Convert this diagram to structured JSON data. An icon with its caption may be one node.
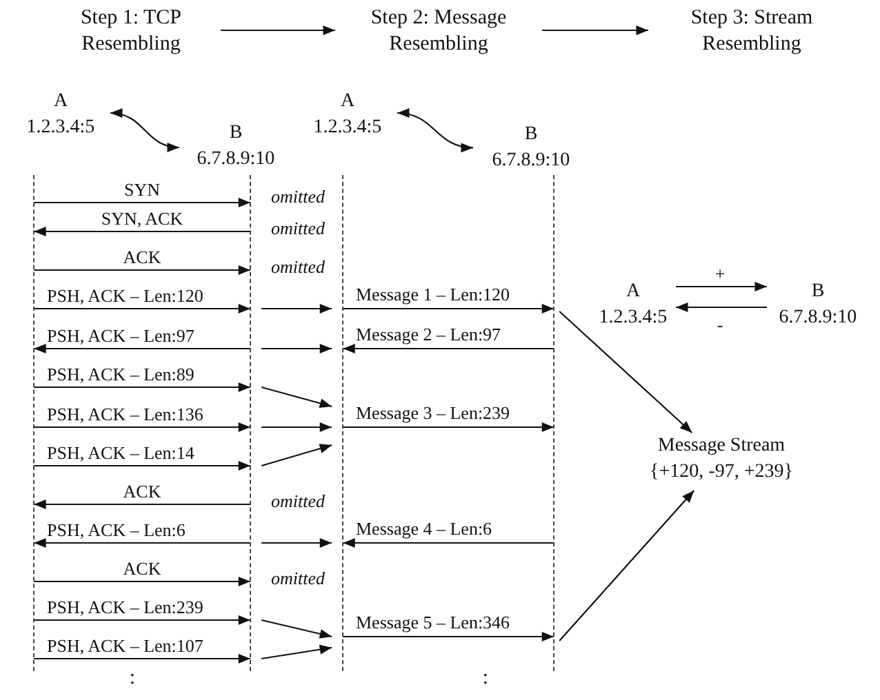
{
  "diagram": {
    "nodes": [
      {
        "text": [
          "Step 1: TCP Resembling"
        ]
      },
      {
        "text": [
          "Step 2: Message Resembling"
        ]
      },
      {
        "text": [
          "Step 3: Stream Resembling"
        ]
      },
      {
        "text": [
          "A",
          "1.2.3.4:5"
        ]
      },
      {
        "text": [
          "B",
          "6.7.8.9:10"
        ]
      },
      {
        "text": [
          "A",
          "1.2.3.4:5"
        ]
      },
      {
        "text": [
          "B",
          "6.7.8.9:10"
        ]
      },
      {
        "text": [],
        "shape": "line"
      },
      {
        "text": [],
        "shape": "line"
      },
      {
        "text": [],
        "shape": "line"
      },
      {
        "text": [],
        "shape": "line"
      },
      {
        "text": [
          "A",
          "1.2.3.4:5"
        ]
      },
      {
        "text": [
          "B",
          "6.7.8.9:10"
        ]
      },
      {
        "text": [
          "Message Stream",
          "{+120, -97, +239}"
        ]
      }
    ],
    "edges": [
      {
        "from": 0,
        "to": 1,
        "arrow": "to"
      },
      {
        "from": 1,
        "to": 2,
        "arrow": "to"
      },
      {
        "from": 3,
        "to": 4,
        "arrow": "both"
      },
      {
        "from": 5,
        "to": 6,
        "arrow": "both"
      },
      {
        "from": 7,
        "to": 8,
        "arrow": "to",
        "label": "SYN"
      },
      {
        "from": 8,
        "to": 7,
        "arrow": "to",
        "label": "SYN, ACK"
      },
      {
        "from": 7,
        "to": 8,
        "arrow": "to",
        "label": "ACK"
      },
      {
        "from": 7,
        "to": 8,
        "arrow": "to",
        "label": "PSH, ACK – Len:120"
      },
      {
        "from": 8,
        "to": 7,
        "arrow": "to",
        "label": "PSH, ACK – Len:97"
      },
      {
        "from": 7,
        "to": 8,
        "arrow": "to",
        "label": "PSH, ACK – Len:89"
      },
      {
        "from": 7,
        "to": 8,
        "arrow": "to",
        "label": "PSH, ACK – Len:136"
      },
      {
        "from": 7,
        "to": 8,
        "arrow": "to",
        "label": "PSH, ACK – Len:14"
      },
      {
        "from": 8,
        "to": 7,
        "arrow": "to",
        "label": "ACK"
      },
      {
        "from": 8,
        "to": 7,
        "arrow": "to",
        "label": "PSH, ACK – Len:6"
      },
      {
        "from": 7,
        "to": 8,
        "arrow": "to",
        "label": "ACK"
      },
      {
        "from": 7,
        "to": 8,
        "arrow": "to",
        "label": "PSH, ACK – Len:239"
      },
      {
        "from": 7,
        "to": 8,
        "arrow": "to",
        "label": "PSH, ACK – Len:107"
      },
      {
        "from": 8,
        "to": 9,
        "arrow": "to"
      },
      {
        "from": 8,
        "to": 9,
        "arrow": "to"
      },
      {
        "from": 8,
        "to": 9,
        "arrow": "to"
      },
      {
        "from": 8,
        "to": 9,
        "arrow": "to"
      },
      {
        "from": 8,
        "to": 9,
        "arrow": "to"
      },
      {
        "from": 8,
        "to": 9,
        "arrow": "to"
      },
      {
        "from": 8,
        "to": 9,
        "arrow": "to"
      },
      {
        "from": 8,
        "to": 9,
        "arrow": "to"
      },
      {
        "from": 9,
        "to": 10,
        "arrow": "to",
        "label": "Message 1 – Len:120"
      },
      {
        "from": 10,
        "to": 9,
        "arrow": "to",
        "label": "Message 2 – Len:97"
      },
      {
        "from": 9,
        "to": 10,
        "arrow": "to",
        "label": "Message 3 – Len:239"
      },
      {
        "from": 10,
        "to": 9,
        "arrow": "to",
        "label": "Message 4 – Len:6"
      },
      {
        "from": 9,
        "to": 10,
        "arrow": "to",
        "label": "Message 5 – Len:346"
      },
      {
        "from": 10,
        "to": 13,
        "arrow": "to"
      },
      {
        "from": 10,
        "to": 13,
        "arrow": "to"
      },
      {
        "from": 11,
        "to": 12,
        "arrow": "to",
        "label": "+"
      },
      {
        "from": 12,
        "to": 11,
        "arrow": "to",
        "label": "-"
      }
    ],
    "labels": [
      "omitted",
      "omitted",
      "omitted",
      "omitted",
      "omitted",
      ":",
      ":"
    ]
  }
}
